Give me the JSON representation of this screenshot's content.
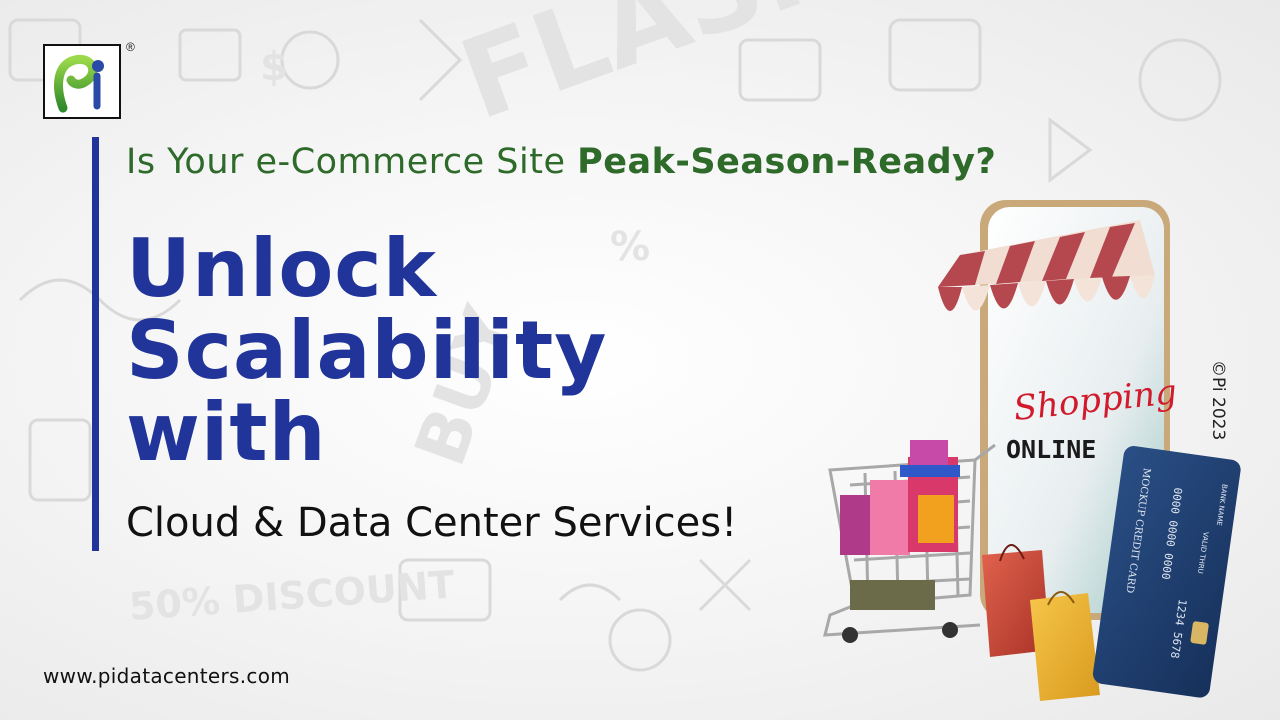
{
  "brand": {
    "logo_text": "Pi",
    "registered_mark": "®"
  },
  "tagline": {
    "part1": "Is Your e-Commerce Site ",
    "part2": "Peak-Season-Ready?"
  },
  "headline": {
    "line1": "Unlock",
    "line2": "Scalability",
    "line3": "with"
  },
  "subline": "Cloud & Data Center Services!",
  "website": "www.pidatacenters.com",
  "copyright": "©Pi 2023",
  "illustration": {
    "screen_script": "Shopping",
    "screen_word": "ONLINE",
    "card_title": "MOCKUP CREDIT CARD",
    "card_number_1": "0000 0000 0000",
    "card_number_2": "1234 5678",
    "card_bank": "BANK NAME",
    "card_valid": "VALID THRU"
  },
  "background_words": [
    "FLASH SALE",
    "50% DISCOUNT",
    "BUY",
    "$",
    "%"
  ],
  "colors": {
    "brand_blue": "#21349a",
    "brand_green": "#2e6a2a",
    "awning_red": "#b5484f",
    "card_blue": "#1f3d6e"
  }
}
